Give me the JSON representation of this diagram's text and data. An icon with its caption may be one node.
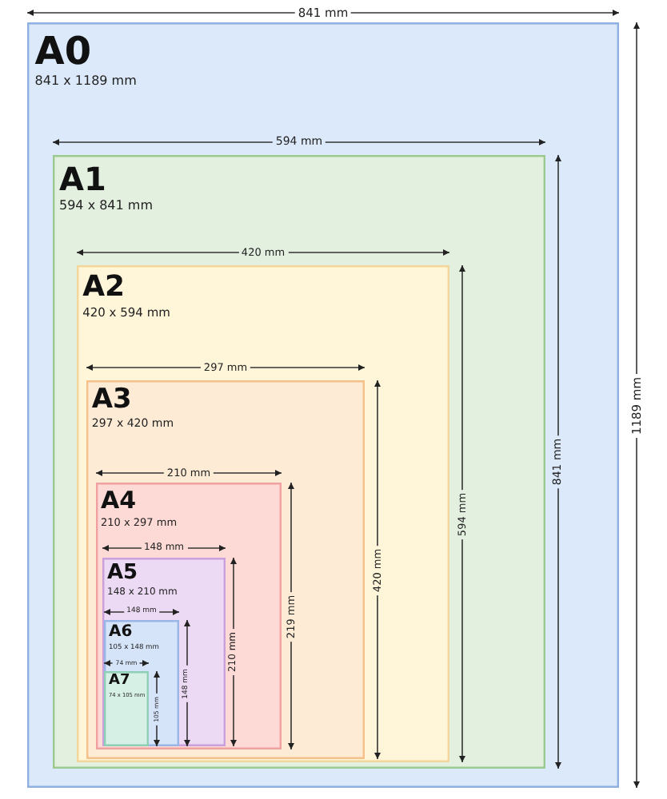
{
  "diagram": {
    "nodes": [
      {
        "text": [
          "A0",
          "841 x 1189 mm"
        ]
      },
      {
        "text": [
          "A1",
          "594 x 841 mm"
        ],
        "in": 0
      },
      {
        "text": [
          "A2",
          "420 x 594 mm"
        ],
        "in": 1
      },
      {
        "text": [
          "A3",
          "297 x 420 mm"
        ],
        "in": 2
      },
      {
        "text": [
          "A4",
          "210 x 297 mm"
        ],
        "in": 3
      },
      {
        "text": [
          "A5",
          "148 x 210 mm"
        ],
        "in": 4
      },
      {
        "text": [
          "A6",
          "105 x 148 mm"
        ],
        "in": 5
      },
      {
        "text": [
          "A7",
          "74 x 105 mm"
        ],
        "in": 6
      }
    ],
    "edges": [],
    "labels": [
      "841 mm",
      "1189 mm",
      "594 mm",
      "841 mm",
      "420 mm",
      "594 mm",
      "297 mm",
      "420 mm",
      "210 mm",
      "219 mm",
      "148 mm",
      "210 mm",
      "148 mm",
      "148 mm",
      "74 mm",
      "105 mm"
    ]
  }
}
